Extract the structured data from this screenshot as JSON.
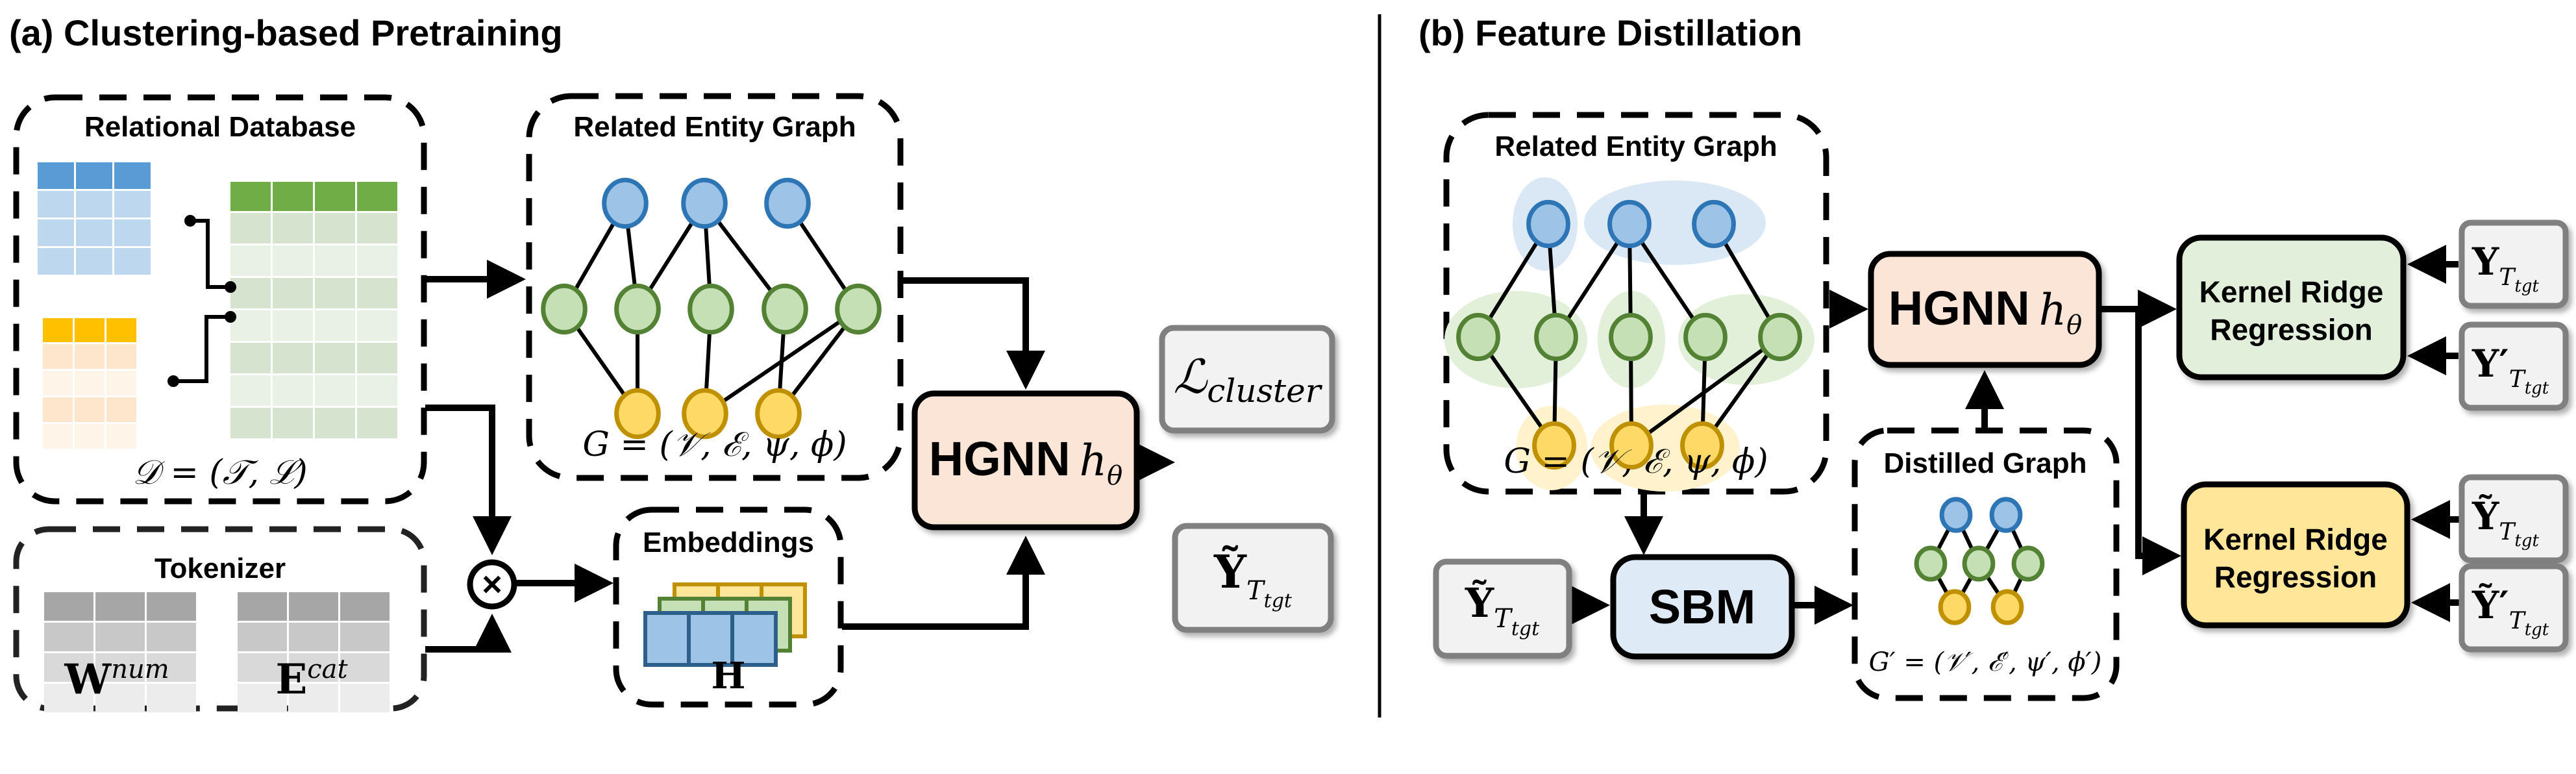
{
  "panel_a": {
    "title": "(a) Clustering-based Pretraining",
    "relational_db": {
      "label": "Relational Database",
      "formula": "𝒟 = (𝒯, ℒ)",
      "tables": [
        {
          "name": "entity-table-blue",
          "header_color": "#5b9bd5",
          "row_colors": [
            "#bdd7ee"
          ],
          "cols": 3,
          "rows": 3
        },
        {
          "name": "entity-table-orange",
          "header_color": "#ffc000",
          "row_colors": [
            "#fde6cc",
            "#fff4e8"
          ],
          "cols": 3,
          "rows": 4
        },
        {
          "name": "entity-table-green",
          "header_color": "#70ad47",
          "row_colors": [
            "#d6e4cf",
            "#e9f0e5"
          ],
          "cols": 4,
          "rows": 7
        }
      ]
    },
    "tokenizer": {
      "label": "Tokenizer",
      "num_label": "W",
      "num_sup": "num",
      "cat_label": "E",
      "cat_sup": "cat"
    },
    "multiply_symbol": "×",
    "graph": {
      "label": "Related Entity Graph",
      "formula": "G = (𝒱, ℰ, ψ, ϕ)"
    },
    "embeddings": {
      "label": "Embeddings",
      "symbol": "H"
    },
    "hgnn": {
      "label": "HGNN",
      "param": "h",
      "param_sub": "θ"
    },
    "outputs": [
      {
        "symbol": "ℒ",
        "sub": "cluster"
      },
      {
        "symbol": "Ỹ",
        "sub": "T",
        "subsub": "tgt"
      }
    ]
  },
  "panel_b": {
    "title": "(b) Feature Distillation",
    "graph": {
      "label": "Related Entity Graph",
      "formula": "G = (𝒱, ℰ, ψ, ϕ)"
    },
    "hgnn": {
      "label": "HGNN",
      "param": "h",
      "param_sub": "θ"
    },
    "sbm": {
      "label": "SBM"
    },
    "sbm_input": {
      "symbol": "Ỹ",
      "sub": "T",
      "subsub": "tgt"
    },
    "distilled": {
      "label": "Distilled Graph",
      "formula": "G′ = (𝒱′, ℰ′, ψ′, ϕ′)"
    },
    "krr": [
      {
        "line1": "Kernel Ridge",
        "line2": "Regression",
        "fill": "#e2efda",
        "inputs": [
          {
            "symbol": "Y",
            "sub": "T",
            "subsub": "tgt"
          },
          {
            "symbol": "Y′",
            "sub": "T",
            "subsub": "tgt"
          }
        ]
      },
      {
        "line1": "Kernel Ridge",
        "line2": "Regression",
        "fill": "#ffe699",
        "inputs": [
          {
            "symbol": "Ỹ",
            "sub": "T",
            "subsub": "tgt"
          },
          {
            "symbol": "Ỹ′",
            "sub": "T",
            "subsub": "tgt"
          }
        ]
      }
    ]
  },
  "colors": {
    "node_blue_fill": "#9dc3e6",
    "node_blue_stroke": "#2e75b6",
    "node_green_fill": "#c5e0b4",
    "node_green_stroke": "#548235",
    "node_yellow_fill": "#ffd966",
    "node_yellow_stroke": "#bf9000",
    "hgnn_fill": "#fbe5d6",
    "sbm_fill": "#deebf7",
    "gray_box_fill": "#f2f2f2",
    "gray_box_stroke": "#808080"
  }
}
